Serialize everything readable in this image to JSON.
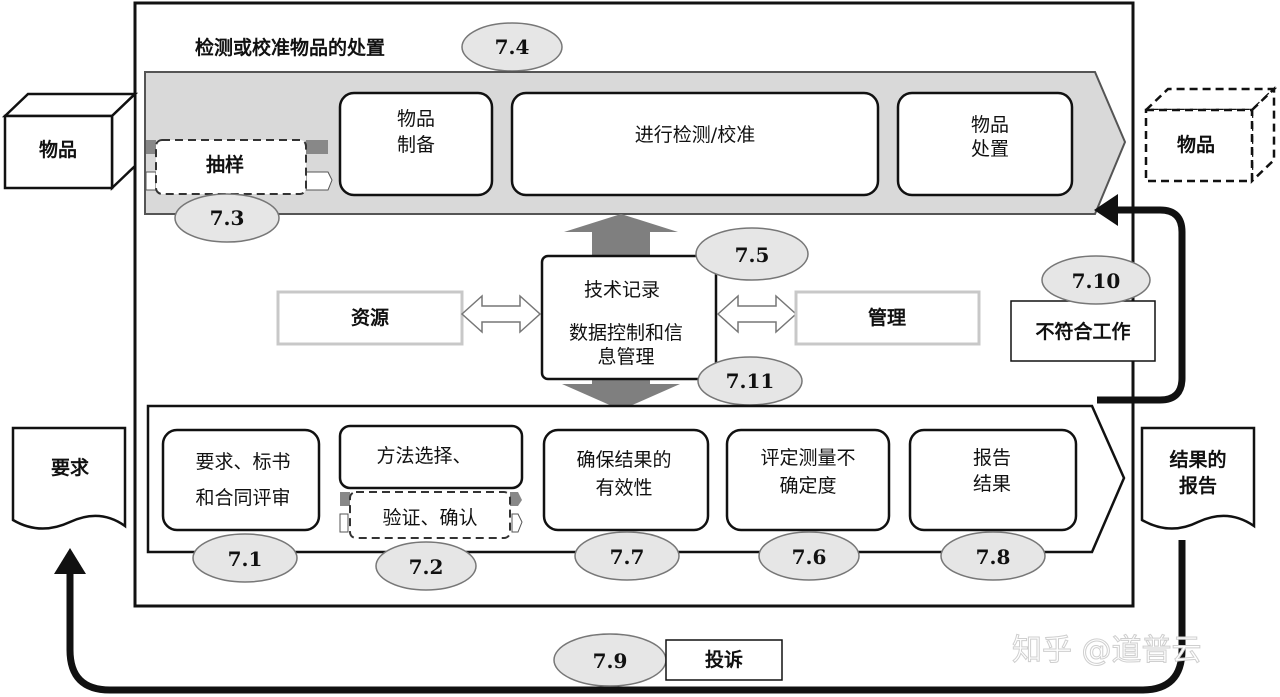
{
  "title": "检测或校准物品的处置",
  "items": {
    "input": "物品",
    "output": "物品"
  },
  "top_process": {
    "sampling": "抽样",
    "prep_line1": "物品",
    "prep_line2": "制备",
    "testing": "进行检测/校准",
    "disposal_line1": "物品",
    "disposal_line2": "处置"
  },
  "center": {
    "line1": "技术记录",
    "line2": "数据控制和信",
    "line3": "息管理",
    "resources": "资源",
    "management": "管理"
  },
  "nonconforming": "不符合工作",
  "bottom_process": {
    "req_line1": "要求、标书",
    "req_line2": "和合同评审",
    "method_line1": "方法选择、",
    "method_line2": "验证、确认",
    "validity_line1": "确保结果的",
    "validity_line2": "有效性",
    "uncert_line1": "评定测量不",
    "uncert_line2": "确定度",
    "report_line1": "报告",
    "report_line2": "结果"
  },
  "documents": {
    "requirements": "要求",
    "report_line1": "结果的",
    "report_line2": "报告"
  },
  "complaints": "投诉",
  "clauses": {
    "c74": "7.4",
    "c73": "7.3",
    "c75": "7.5",
    "c711": "7.11",
    "c710": "7.10",
    "c71": "7.1",
    "c72": "7.2",
    "c77": "7.7",
    "c76": "7.6",
    "c78": "7.8",
    "c79": "7.9"
  },
  "watermark": "知乎 @道普云",
  "colors": {
    "band_fill": "#d9d9d9",
    "ellipse_fill": "#e6e6e6",
    "arrow_gray": "#7f7f7f",
    "light_border": "#c8c8c8"
  }
}
